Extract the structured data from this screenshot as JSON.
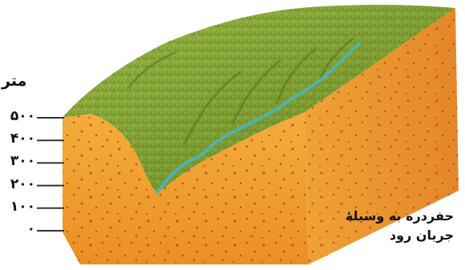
{
  "unit_label": "متر",
  "scale_ticks": [
    {
      "label": "۵۰۰",
      "value": 500
    },
    {
      "label": "۴۰۰",
      "value": 400
    },
    {
      "label": "۳۰۰",
      "value": 300
    },
    {
      "label": "۲۰۰",
      "value": 200
    },
    {
      "label": "۱۰۰",
      "value": 100
    },
    {
      "label": "۰",
      "value": 0
    }
  ],
  "caption": {
    "line1": "حفردره به وسیلهٔ",
    "line2": "جریان رود"
  },
  "colors": {
    "rock_front": "#f0a030",
    "rock_side": "#e8902a",
    "rock_speckle": "#c0502a",
    "vegetation": "#8aa83a",
    "vegetation_dark": "#5f7d22",
    "river": "#4fb3b0",
    "tick_line": "#333333"
  }
}
